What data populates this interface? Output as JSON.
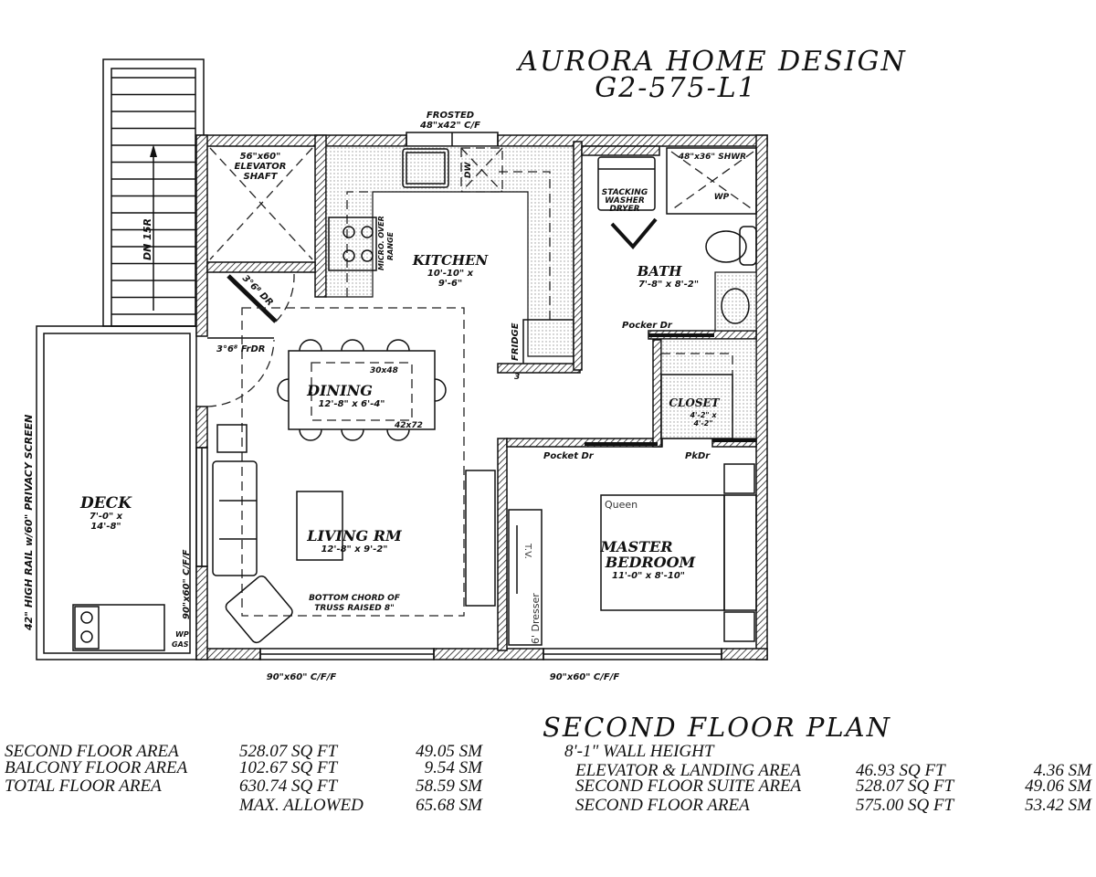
{
  "title": {
    "line1": "AURORA HOME DESIGN",
    "line2": "G2-575-L1"
  },
  "plan_title": "SECOND FLOOR PLAN",
  "wall_height": "8'-1\" WALL HEIGHT",
  "rooms": {
    "kitchen": {
      "name": "KITCHEN",
      "dim1": "10'-10\" x",
      "dim2": "9'-6\""
    },
    "dining": {
      "name": "DINING",
      "dim": "12'-8\" x 6'-4\"",
      "table1": "30x48",
      "table2": "42x72"
    },
    "living": {
      "name": "LIVING RM",
      "dim": "12'-8\" x 9'-2\"",
      "note1": "BOTTOM CHORD OF",
      "note2": "TRUSS RAISED 8\""
    },
    "bath": {
      "name": "BATH",
      "dim": "7'-8\" x 8'-2\""
    },
    "closet": {
      "name": "CLOSET",
      "dim1": "4'-2\" x",
      "dim2": "4'-2\""
    },
    "master": {
      "name1": "MASTER",
      "name2": "BEDROOM",
      "dim": "11'-0\" x 8'-10\"",
      "bed": "Queen"
    },
    "deck": {
      "name": "DECK",
      "dim1": "7'-0\" x",
      "dim2": "14'-8\""
    }
  },
  "labels": {
    "frosted1": "FROSTED",
    "frosted2": "48\"x42\" C/F",
    "elevator1": "56\"x60\"",
    "elevator2": "ELEVATOR",
    "elevator3": "SHAFT",
    "micro1": "MICRO. OVER",
    "micro2": "RANGE",
    "dw": "DW",
    "fridge": "FRIDGE",
    "fridge_num": "3",
    "door_dr": "3°6⁸ DR",
    "door_frdr": "3°6⁸ FrDR",
    "stair": "DN 15R",
    "washer1": "STACKING",
    "washer2": "WASHER",
    "washer3": "DRYER",
    "shower": "48\"x36\" SHWR",
    "wp": "WP",
    "pocker": "Pocker Dr",
    "pocket": "Pocket Dr",
    "pkdr": "PkDr",
    "tv": "T.V.",
    "dresser": "6' Dresser",
    "rail": "42\" HIGH RAIL w/60\" PRIVACY SCREEN",
    "win_left_side": "90\"x60\" C/F/F",
    "win_bottom_left": "90\"x60\" C/F/F",
    "win_bottom_right": "90\"x60\" C/F/F",
    "wp_gas1": "WP",
    "wp_gas2": "GAS"
  },
  "area_left": [
    {
      "label": "SECOND FLOOR AREA",
      "sqft": "528.07 SQ FT",
      "sm": "49.05 SM"
    },
    {
      "label": "BALCONY FLOOR AREA",
      "sqft": "102.67 SQ FT",
      "sm": "9.54 SM"
    },
    {
      "label": "TOTAL FLOOR AREA",
      "sqft": "630.74 SQ FT",
      "sm": "58.59 SM"
    },
    {
      "label": "",
      "sqft": "MAX. ALLOWED",
      "sm": "65.68 SM"
    }
  ],
  "area_right": [
    {
      "label": "ELEVATOR & LANDING AREA",
      "sqft": "46.93 SQ FT",
      "sm": "4.36 SM"
    },
    {
      "label": "SECOND FLOOR SUITE AREA",
      "sqft": "528.07 SQ FT",
      "sm": "49.06 SM"
    },
    {
      "label": "SECOND FLOOR AREA",
      "sqft": "575.00 SQ FT",
      "sm": "53.42 SM"
    }
  ]
}
